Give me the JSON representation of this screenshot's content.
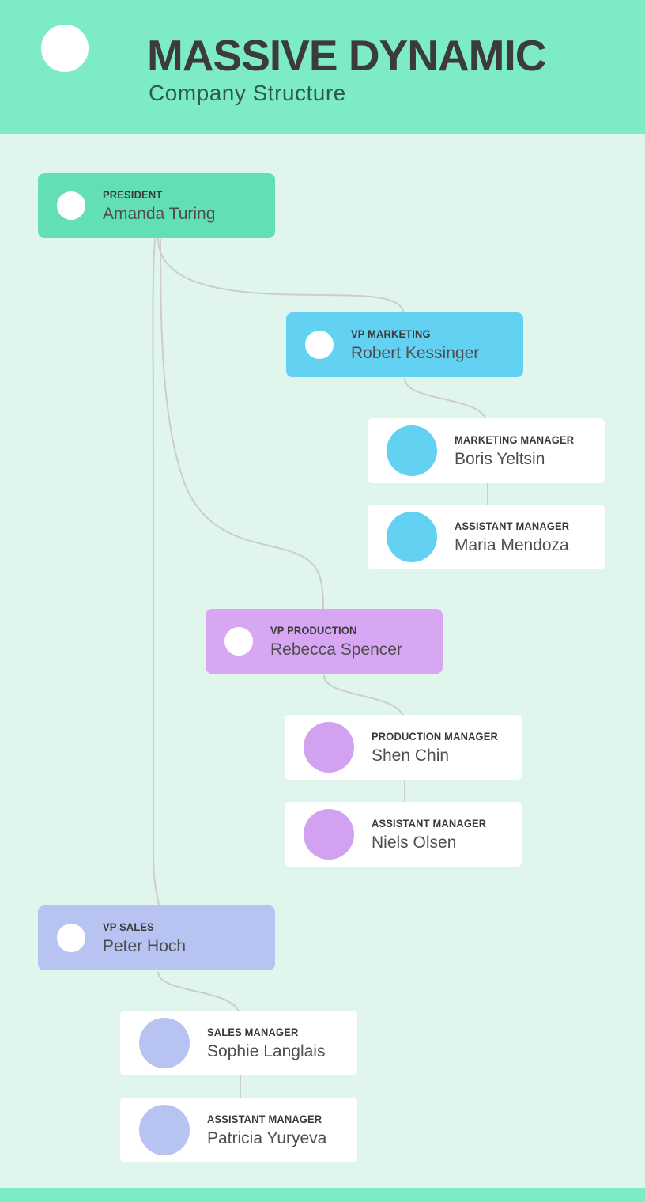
{
  "header": {
    "title": "MASSIVE DYNAMIC",
    "subtitle": "Company Structure"
  },
  "colors": {
    "header_bg": "#7DEBC4",
    "page_bg": "#E0F6EC",
    "president_green": "#62DFB4",
    "marketing_blue": "#63D1F2",
    "production_purple": "#D7A7F3",
    "sales_periwinkle": "#B7C3F0",
    "connector_line": "#CCCCCC",
    "title_text": "#3B3B3B",
    "subtitle_text": "#2F5A50"
  },
  "nodes": [
    {
      "role": "PRESIDENT",
      "name": "Amanda Turing",
      "color": "#62DFB4",
      "icon": "donut"
    },
    {
      "role": "VP MARKETING",
      "name": "Robert Kessinger",
      "color": "#63D1F2",
      "icon": "donut"
    },
    {
      "role": "MARKETING MANAGER",
      "name": "Boris Yeltsin",
      "color": "#63D1F2",
      "icon": "circle"
    },
    {
      "role": "ASSISTANT MANAGER",
      "name": "Maria Mendoza",
      "color": "#63D1F2",
      "icon": "circle"
    },
    {
      "role": "VP PRODUCTION",
      "name": "Rebecca Spencer",
      "color": "#D7A7F3",
      "icon": "donut"
    },
    {
      "role": "PRODUCTION MANAGER",
      "name": "Shen Chin",
      "color": "#D7A7F3",
      "icon": "circle"
    },
    {
      "role": "ASSISTANT MANAGER",
      "name": "Niels Olsen",
      "color": "#D7A7F3",
      "icon": "circle"
    },
    {
      "role": "VP SALES",
      "name": "Peter Hoch",
      "color": "#B7C3F0",
      "icon": "donut"
    },
    {
      "role": "SALES MANAGER",
      "name": "Sophie Langlais",
      "color": "#B7C3F0",
      "icon": "circle"
    },
    {
      "role": "ASSISTANT MANAGER",
      "name": "Patricia Yuryeva",
      "color": "#B7C3F0",
      "icon": "circle"
    }
  ]
}
